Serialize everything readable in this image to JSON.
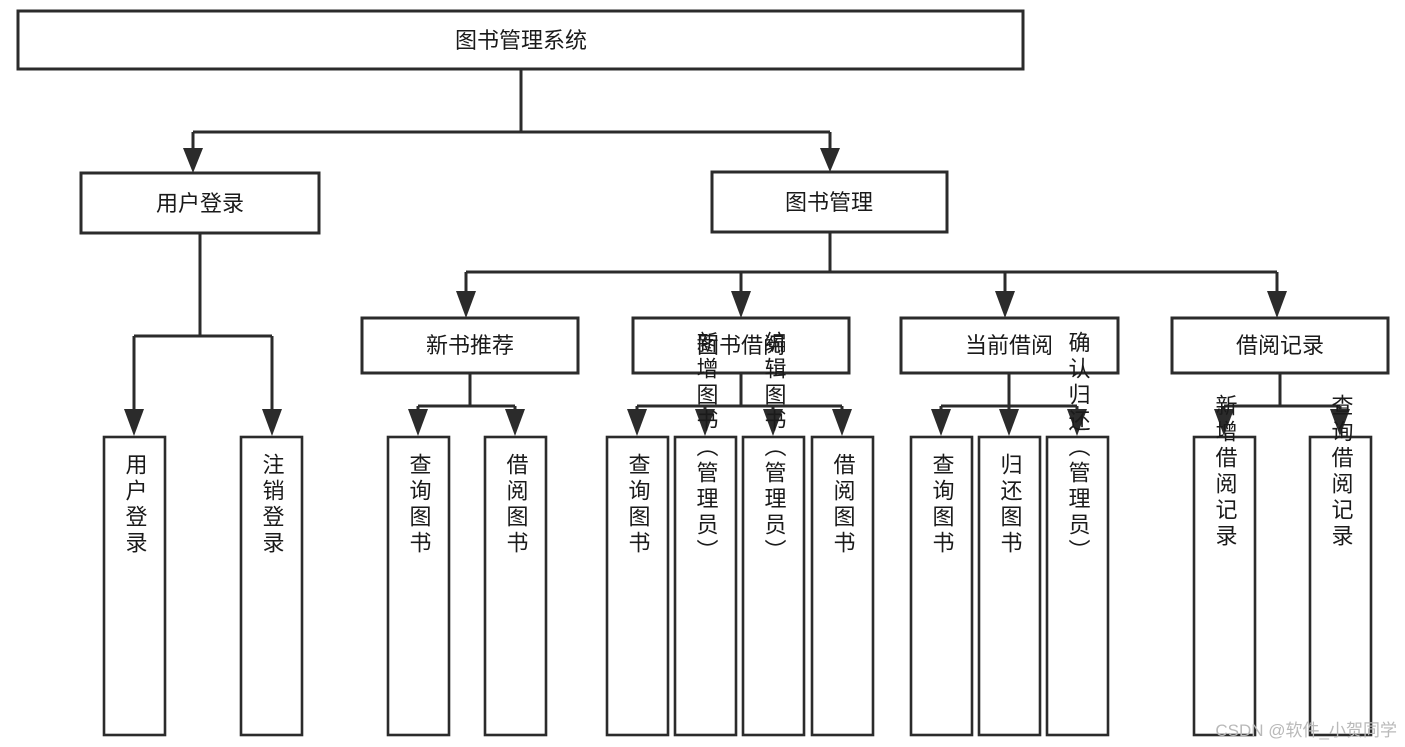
{
  "diagram": {
    "type": "tree-hierarchy",
    "title": "图书管理系统",
    "orientation": "top-down",
    "colors": {
      "box_fill": "#ffffff",
      "box_stroke": "#2b2b2b",
      "connector": "#2b2b2b",
      "text": "#1a1a1a",
      "watermark": "#b9b9b9"
    },
    "levels": {
      "root": {
        "label": "图书管理系统"
      },
      "level2": [
        {
          "id": "user-login",
          "label": "用户登录"
        },
        {
          "id": "book-management",
          "label": "图书管理"
        }
      ],
      "level3": [
        {
          "id": "new-book-recommend",
          "label": "新书推荐",
          "parent": "book-management"
        },
        {
          "id": "book-borrow",
          "label": "图书借阅",
          "parent": "book-management"
        },
        {
          "id": "current-borrow",
          "label": "当前借阅",
          "parent": "book-management"
        },
        {
          "id": "borrow-record",
          "label": "借阅记录",
          "parent": "book-management"
        }
      ],
      "leaves": [
        {
          "id": "leaf-user-login",
          "label": "用户登录",
          "parent": "user-login"
        },
        {
          "id": "leaf-logout-login",
          "label": "注销登录",
          "parent": "user-login"
        },
        {
          "id": "leaf-query-book-1",
          "label": "查询图书",
          "parent": "new-book-recommend"
        },
        {
          "id": "leaf-borrow-book-1",
          "label": "借阅图书",
          "parent": "new-book-recommend"
        },
        {
          "id": "leaf-query-book-2",
          "label": "查询图书",
          "parent": "book-borrow"
        },
        {
          "id": "leaf-add-book",
          "label": "新增图书（管理员）",
          "parent": "book-borrow"
        },
        {
          "id": "leaf-edit-book",
          "label": "编辑图书（管理员）",
          "parent": "book-borrow"
        },
        {
          "id": "leaf-borrow-book-2",
          "label": "借阅图书",
          "parent": "book-borrow"
        },
        {
          "id": "leaf-query-book-3",
          "label": "查询图书",
          "parent": "current-borrow"
        },
        {
          "id": "leaf-return-book",
          "label": "归还图书",
          "parent": "current-borrow"
        },
        {
          "id": "leaf-confirm-return",
          "label": "确认归还（管理员）",
          "parent": "current-borrow"
        },
        {
          "id": "leaf-add-borrow-record",
          "label": "新增借阅记录",
          "parent": "borrow-record"
        },
        {
          "id": "leaf-query-borrow-record",
          "label": "查询借阅记录",
          "parent": "borrow-record"
        }
      ]
    },
    "watermark": "CSDN @软件_小贺同学"
  }
}
